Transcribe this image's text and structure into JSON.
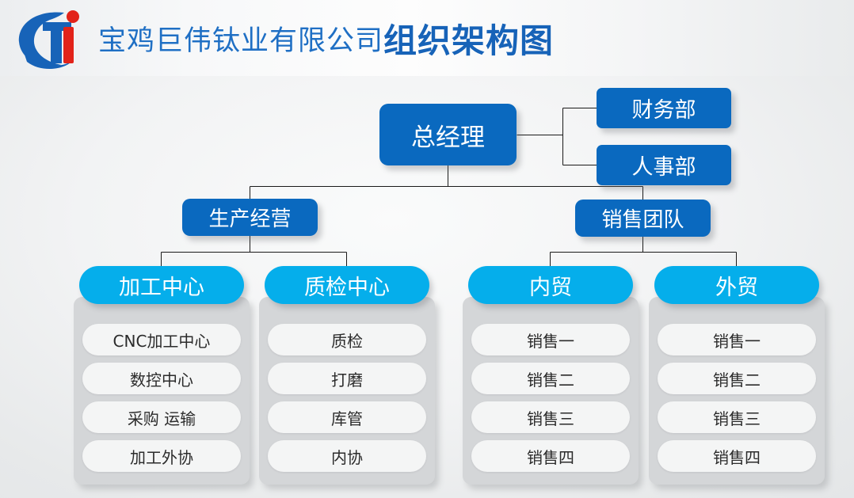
{
  "header": {
    "logo_icon": "company-logo-icon",
    "title_company": "宝鸡巨伟钛业有限公司",
    "title_chart": "组织架构图"
  },
  "colors": {
    "dark_blue": "#0a69bf",
    "light_blue": "#05aeeb",
    "panel_gray": "#d4d6d8",
    "leaf_white": "#f4f5f5",
    "line_black": "#1a1a1a",
    "logo_blue": "#1763b8",
    "logo_red": "#e2231a"
  },
  "chart_data": {
    "type": "diagram",
    "title": "宝鸡巨伟钛业有限公司组织架构图",
    "root": "总经理",
    "staff_units": [
      "财务部",
      "人事部"
    ],
    "divisions": [
      "生产经营",
      "销售团队"
    ],
    "departments": [
      "加工中心",
      "质检中心",
      "内贸",
      "外贸"
    ],
    "edges": [
      [
        "总经理",
        "财务部"
      ],
      [
        "总经理",
        "人事部"
      ],
      [
        "总经理",
        "生产经营"
      ],
      [
        "总经理",
        "销售团队"
      ],
      [
        "生产经营",
        "加工中心"
      ],
      [
        "生产经营",
        "质检中心"
      ],
      [
        "销售团队",
        "内贸"
      ],
      [
        "销售团队",
        "外贸"
      ]
    ]
  },
  "nodes": {
    "general_manager": "总经理",
    "finance": "财务部",
    "hr": "人事部",
    "production": "生产经营",
    "sales_team": "销售团队"
  },
  "columns": [
    {
      "head": "加工中心",
      "items": [
        "CNC加工中心",
        "数控中心",
        "采购 运输",
        "加工外协"
      ]
    },
    {
      "head": "质检中心",
      "items": [
        "质检",
        "打磨",
        "库管",
        "内协"
      ]
    },
    {
      "head": "内贸",
      "items": [
        "销售一",
        "销售二",
        "销售三",
        "销售四"
      ]
    },
    {
      "head": "外贸",
      "items": [
        "销售一",
        "销售二",
        "销售三",
        "销售四"
      ]
    }
  ]
}
